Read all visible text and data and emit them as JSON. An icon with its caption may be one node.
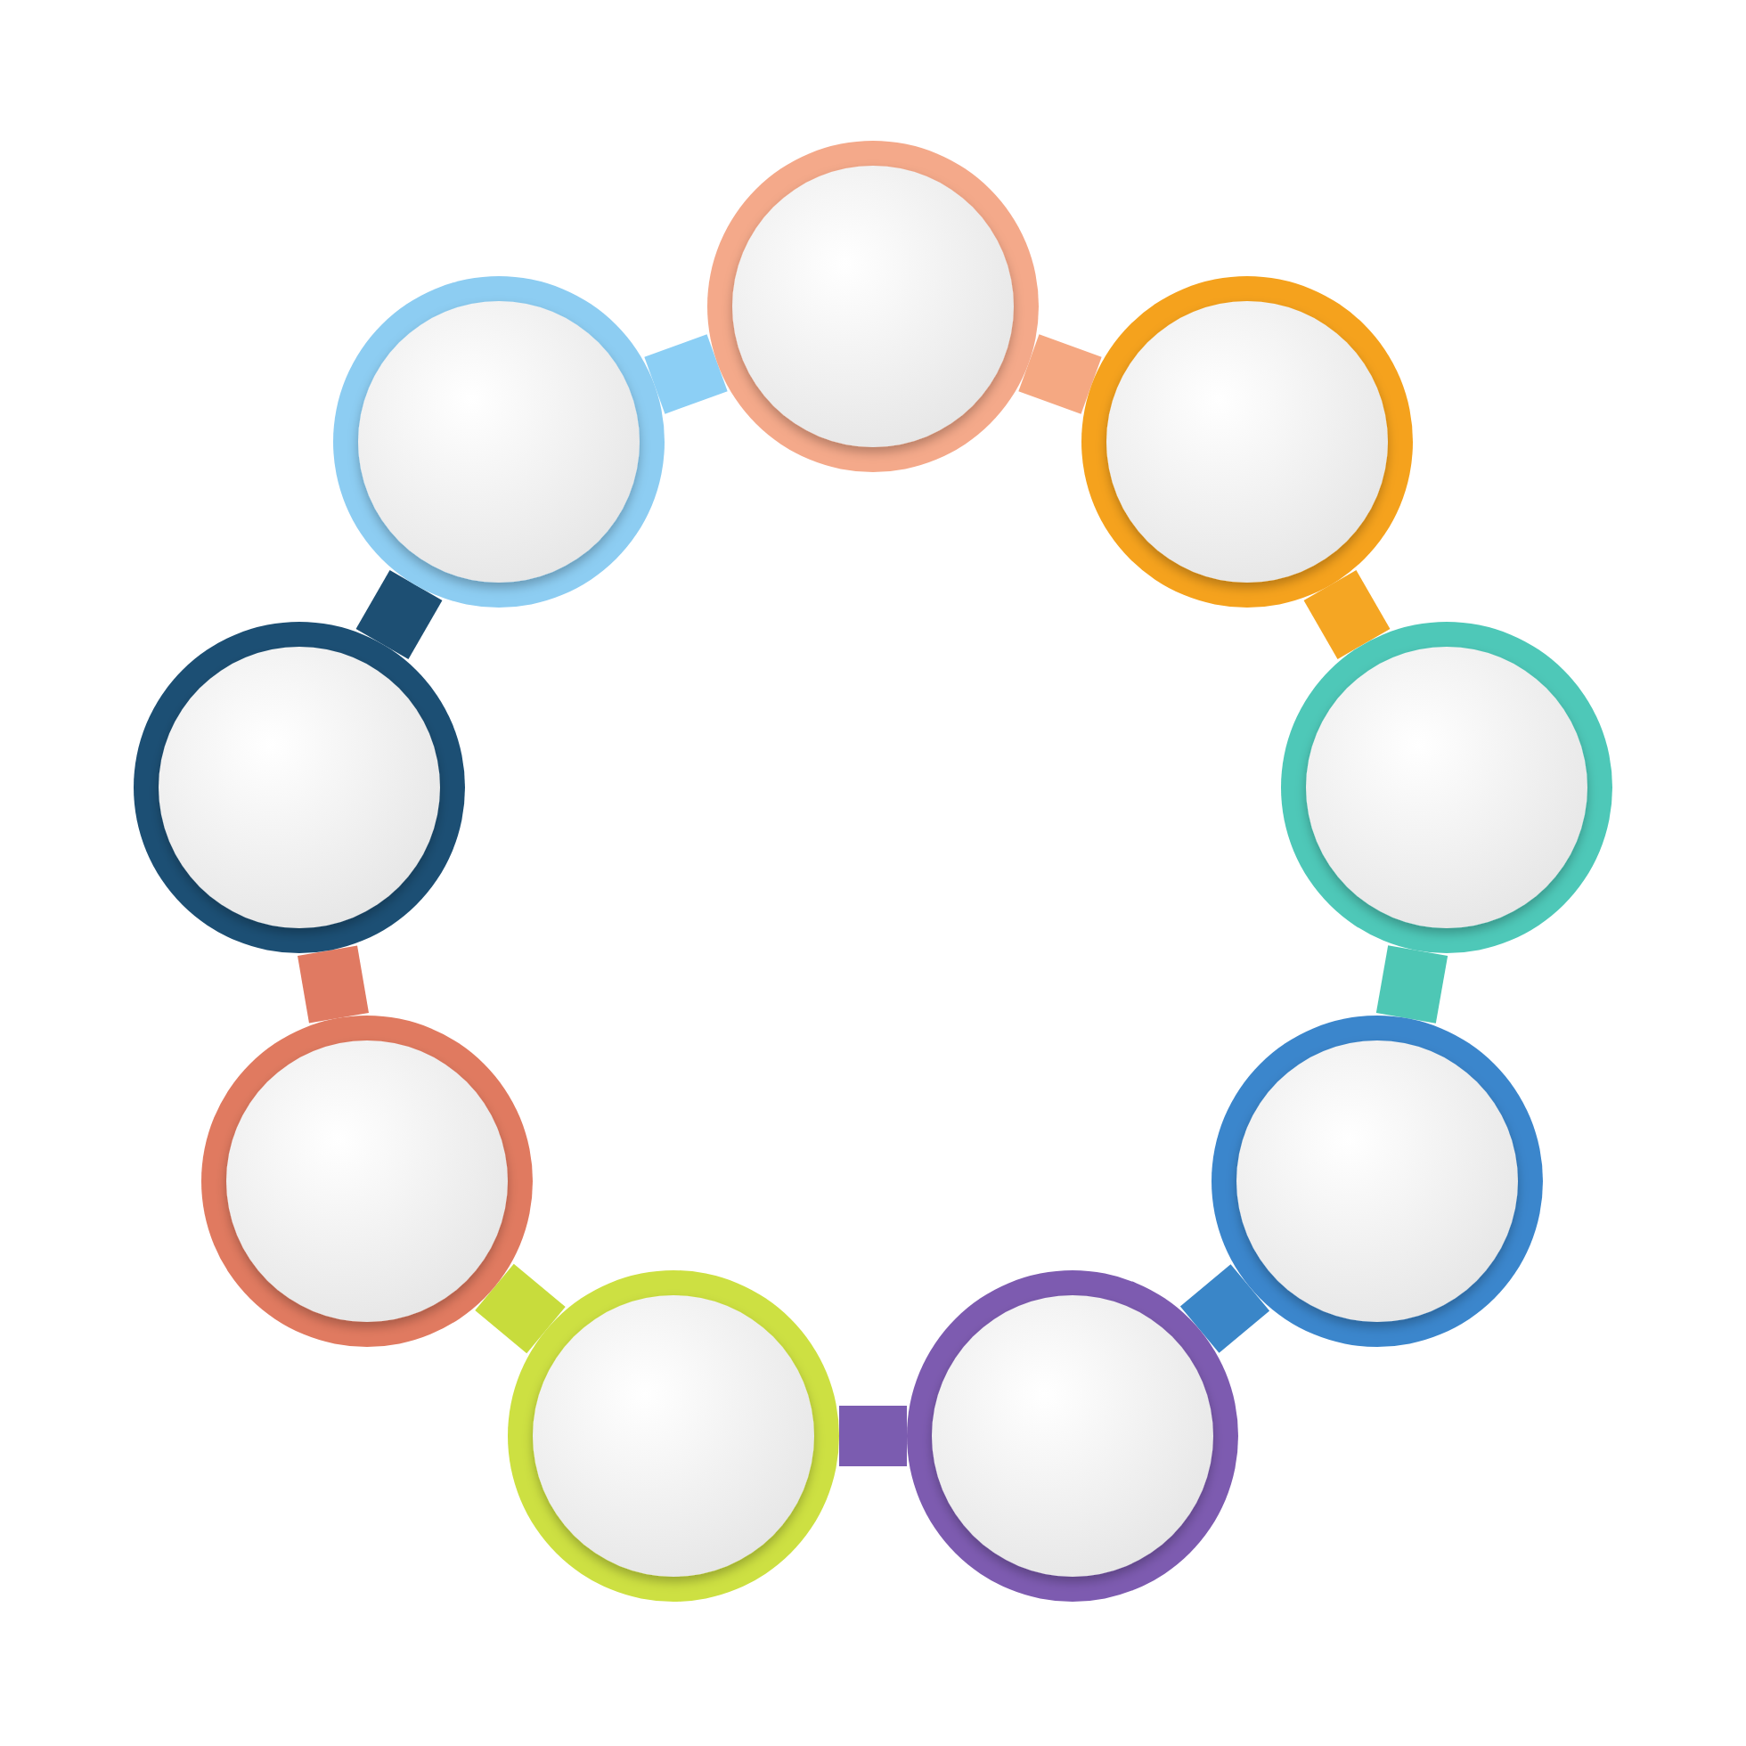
{
  "diagram": {
    "nodes": [
      {
        "text": [],
        "shape": "circle"
      },
      {
        "text": [],
        "shape": "circle"
      },
      {
        "text": [],
        "shape": "circle"
      },
      {
        "text": [],
        "shape": "circle"
      },
      {
        "text": [],
        "shape": "circle"
      },
      {
        "text": [],
        "shape": "circle"
      },
      {
        "text": [],
        "shape": "circle"
      },
      {
        "text": [],
        "shape": "circle"
      },
      {
        "text": [],
        "shape": "circle"
      }
    ],
    "edges": [
      {
        "from": 0,
        "to": 2,
        "arrow": "none",
        "color": "#f5a882"
      },
      {
        "from": 2,
        "to": 4,
        "arrow": "none",
        "color": "#f5a623"
      },
      {
        "from": 4,
        "to": 6,
        "arrow": "none",
        "color": "#4ec7b5"
      },
      {
        "from": 6,
        "to": 8,
        "arrow": "none",
        "color": "#3a86c8"
      },
      {
        "from": 8,
        "to": 7,
        "arrow": "none",
        "color": "#7b5cb0"
      },
      {
        "from": 7,
        "to": 5,
        "arrow": "none",
        "color": "#c8dc3c"
      },
      {
        "from": 5,
        "to": 3,
        "arrow": "none",
        "color": "#e07a62"
      },
      {
        "from": 3,
        "to": 1,
        "arrow": "none",
        "color": "#1d4f73"
      },
      {
        "from": 1,
        "to": 0,
        "arrow": "none",
        "color": "#8ccff5"
      }
    ]
  }
}
